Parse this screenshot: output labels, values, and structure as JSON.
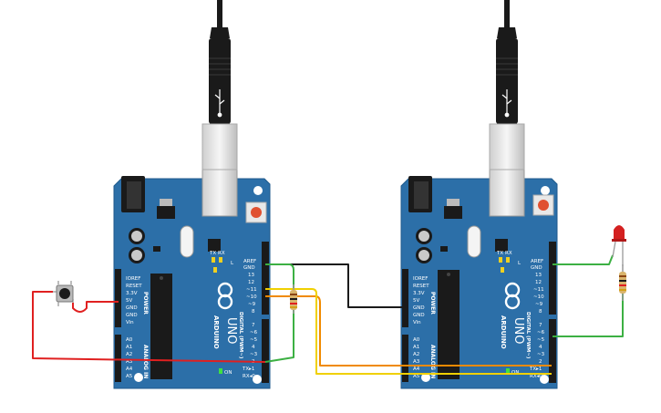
{
  "boards": [
    {
      "id": "left",
      "brand": "ARDUINO",
      "model": "UNO",
      "header_power": "POWER",
      "header_analog": "ANALOG IN",
      "header_digital": "DIGITAL (PWM~)",
      "led_labels": [
        "L",
        "TX",
        "RX",
        "ON"
      ],
      "power_pins": [
        "IOREF",
        "RESET",
        "3.3V",
        "5V",
        "GND",
        "GND",
        "Vin"
      ],
      "analog_pins": [
        "A0",
        "A1",
        "A2",
        "A3",
        "A4",
        "A5"
      ],
      "digital_top": [
        "AREF",
        "GND",
        "13",
        "12",
        "~11",
        "~10",
        "~9",
        "8"
      ],
      "digital_bottom": [
        "7",
        "~6",
        "~5",
        "4",
        "~3",
        "2",
        "TX▸1",
        "RX◂0"
      ]
    },
    {
      "id": "right",
      "brand": "ARDUINO",
      "model": "UNO",
      "header_power": "POWER",
      "header_analog": "ANALOG IN",
      "header_digital": "DIGITAL (PWM~)",
      "led_labels": [
        "L",
        "TX",
        "RX",
        "ON"
      ],
      "power_pins": [
        "IOREF",
        "RESET",
        "3.3V",
        "5V",
        "GND",
        "GND",
        "Vin"
      ],
      "analog_pins": [
        "A0",
        "A1",
        "A2",
        "A3",
        "A4",
        "A5"
      ],
      "digital_top": [
        "AREF",
        "GND",
        "13",
        "12",
        "~11",
        "~10",
        "~9",
        "8"
      ],
      "digital_bottom": [
        "7",
        "~6",
        "~5",
        "4",
        "~3",
        "2",
        "TX▸1",
        "RX◂0"
      ]
    }
  ],
  "components": {
    "usb_cables": 2,
    "push_button": "push-button",
    "resistors": 2,
    "led_color": "#d42020"
  },
  "colors": {
    "board": "#2c6fa8",
    "board_edge": "#1f5a8c",
    "wire_red": "#e02020",
    "wire_black": "#1a1a1a",
    "wire_green": "#3cb043",
    "wire_orange": "#f08a00",
    "wire_yellow": "#f0d000"
  }
}
